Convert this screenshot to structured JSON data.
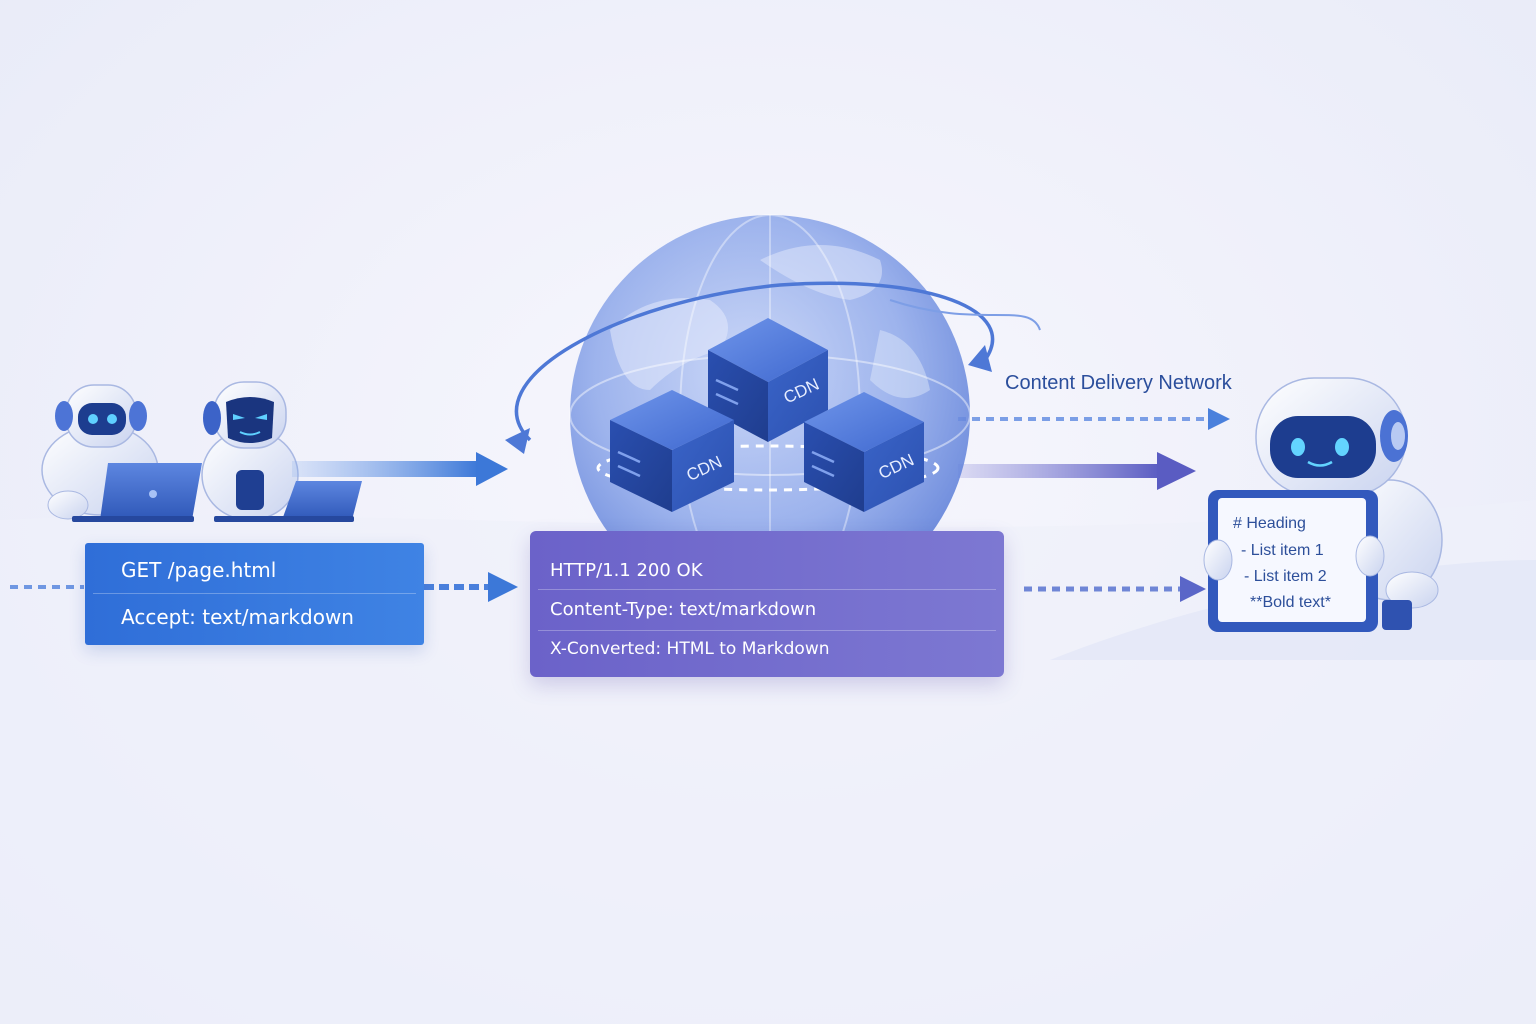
{
  "request": {
    "method_line": "GET /page.html",
    "accept_line": "Accept: text/markdown"
  },
  "response": {
    "status_line": "HTTP/1.1 200 OK",
    "content_type_line": "Content-Type: text/markdown",
    "converted_line": "X-Converted: HTML to Markdown"
  },
  "network": {
    "label": "Content Delivery Network",
    "nodes": [
      "CDN",
      "CDN",
      "CDN"
    ]
  },
  "markdown_card": {
    "lines": [
      "# Heading",
      "- List item 1",
      "- List item 2",
      "**Bold text*"
    ]
  },
  "colors": {
    "request_blue": "#3a7be0",
    "response_purple": "#7570cf",
    "arrow_blue": "#3c78d8",
    "arrow_purple": "#6060c8",
    "text_navy": "#2b4e9c"
  },
  "icons": [
    "robot-icon",
    "laptop-icon",
    "globe-icon",
    "server-cube-icon",
    "arrow-icon",
    "markdown-card-icon"
  ]
}
